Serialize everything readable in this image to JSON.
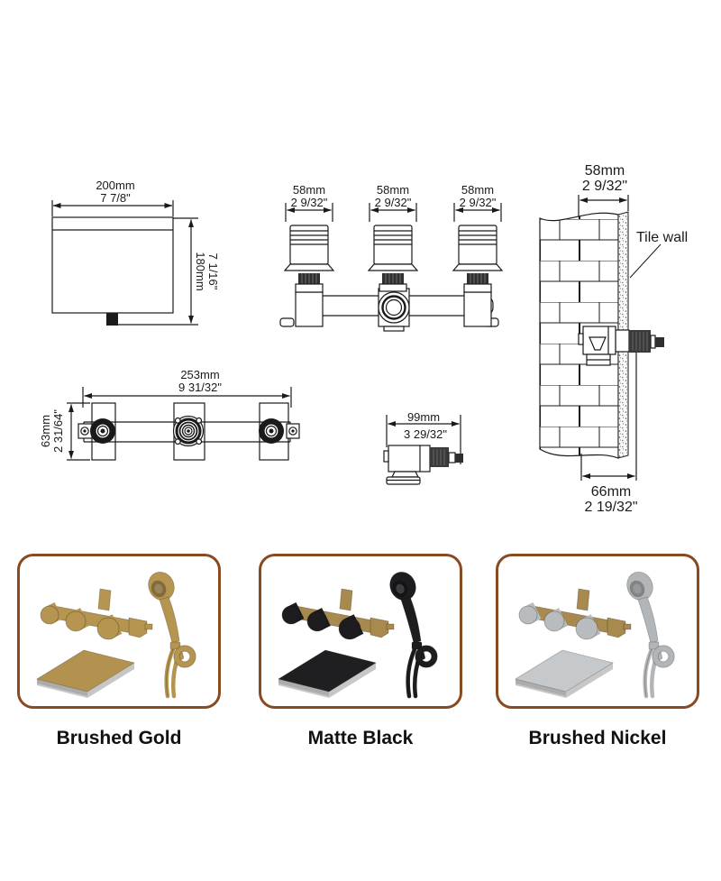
{
  "line_color": "#1a1a1a",
  "card_border_color": "#8a4a21",
  "diagrams": {
    "spout_top_view": {
      "width_mm": "200mm",
      "width_in": "7 7/8\"",
      "height_mm": "180mm",
      "height_in": "7 1/16\""
    },
    "handles": {
      "dims": [
        {
          "mm": "58mm",
          "inch": "2 9/32\""
        },
        {
          "mm": "58mm",
          "inch": "2 9/32\""
        },
        {
          "mm": "58mm",
          "inch": "2 9/32\""
        }
      ]
    },
    "wall_section": {
      "depth_mm": "58mm",
      "depth_in": "2 9/32\"",
      "tile_label": "Tile wall",
      "protrusion_mm": "66mm",
      "protrusion_in": "2 19/32\""
    },
    "rough_in_front": {
      "width_mm": "253mm",
      "width_in": "9 31/32\"",
      "height_mm": "63mm",
      "height_in": "2 31/64\""
    },
    "rough_in_side": {
      "depth_mm": "99mm",
      "depth_in": "3 29/32\""
    }
  },
  "finishes": [
    {
      "label": "Brushed Gold",
      "knob": "#b5954f",
      "body": "#b5954f",
      "plate": "#b2924e",
      "shower": "#b5954f"
    },
    {
      "label": "Matte Black",
      "knob": "#1d1d1f",
      "body": "#a98a4e",
      "plate": "#1f1f21",
      "shower": "#1d1d1f"
    },
    {
      "label": "Brushed Nickel",
      "knob": "#b9bcbe",
      "body": "#a98a4e",
      "plate": "#c6c9cb",
      "shower": "#b3b6b8"
    }
  ]
}
